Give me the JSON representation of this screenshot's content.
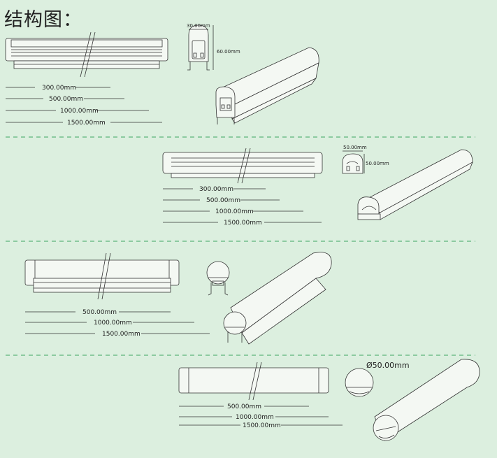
{
  "title": "结构图：",
  "section1": {
    "top_dim": "30.00mm",
    "side_dim": "60.00mm",
    "lengths": [
      "300.00mm",
      "500.00mm",
      "1000.00mm",
      "1500.00mm"
    ]
  },
  "section2": {
    "top_dim": "50.00mm",
    "side_dim": "50.00mm",
    "lengths": [
      "300.00mm",
      "500.00mm",
      "1000.00mm",
      "1500.00mm"
    ]
  },
  "section3": {
    "lengths": [
      "500.00mm",
      "1000.00mm",
      "1500.00mm"
    ]
  },
  "section4": {
    "diameter": "Ø50.00mm",
    "lengths": [
      "500.00mm",
      "1000.00mm",
      "1500.00mm"
    ]
  }
}
